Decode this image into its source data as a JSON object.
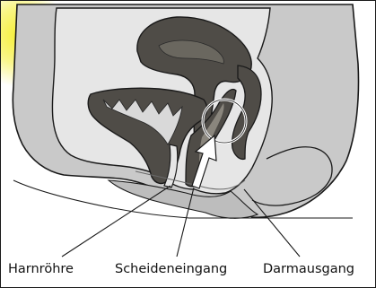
{
  "labels": {
    "urethra": "Harnröhre",
    "vaginal_opening": "Scheideneingang",
    "anus": "Darmausgang"
  },
  "colors": {
    "skin_fill": "#c9c9c9",
    "skin_shadow": "#b2b2b2",
    "inner_fill": "#e6e6e6",
    "organ_fill": "#4f4c47",
    "outline": "#1a1a1a",
    "leader_line": "#1a1a1a",
    "highlight_glow": "#f5ee2a",
    "arrow_fill": "#ffffff"
  }
}
